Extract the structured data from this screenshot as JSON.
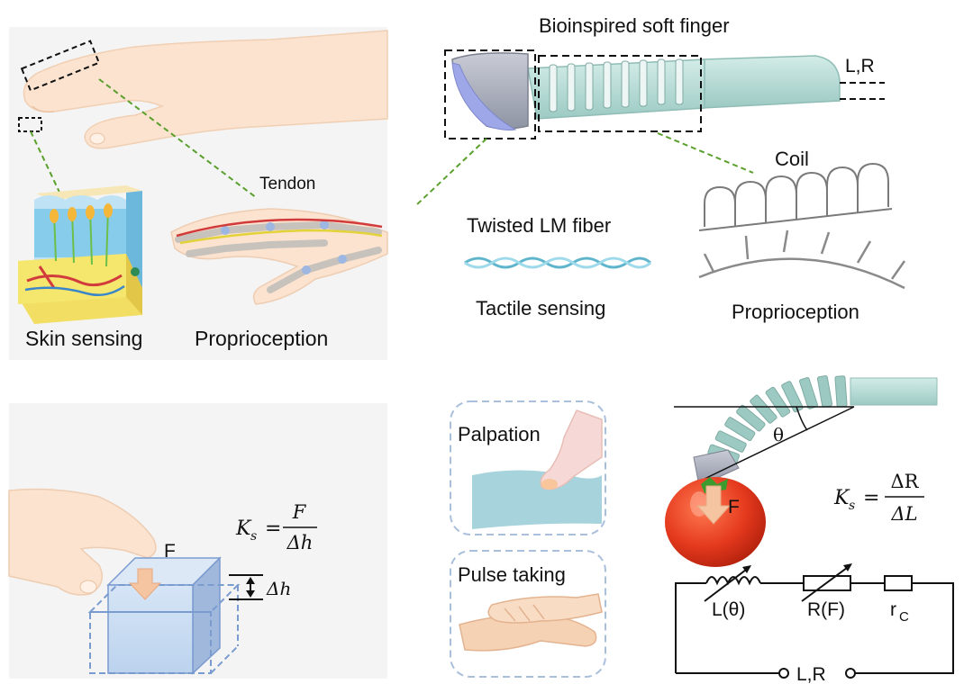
{
  "panel_a": {
    "tendon_label": "Tendon",
    "skin_label": "Skin sensing",
    "proprio_label": "Proprioception"
  },
  "panel_b": {
    "title": "Bioinspired soft finger",
    "lr_label": "L,R",
    "coil_label": "Coil",
    "fiber_label": "Twisted LM fiber",
    "tactile_label": "Tactile sensing",
    "proprio_label": "Proprioception"
  },
  "panel_c": {
    "force_label": "F",
    "ks_lhs": "K",
    "ks_sub": "s",
    "ks_eq": "=",
    "ks_num": "F",
    "ks_den": "Δh",
    "dh_label": "Δh"
  },
  "panel_d": {
    "palpation_label": "Palpation",
    "pulse_label": "Pulse taking",
    "theta_label": "θ",
    "force_label": "F",
    "ks_lhs": "K",
    "ks_sub": "s",
    "ks_eq": "=",
    "ks_num": "ΔR",
    "ks_den": "ΔL",
    "inductor_label": "L(θ)",
    "resistor_label": "R(F)",
    "rc_main": "r",
    "rc_sub": "C",
    "terminal_label": "L,R"
  },
  "colors": {
    "panel_bg": "#f4f4f4",
    "skin": "#fbe3cf",
    "finger": "#b9dcd6",
    "coil_stroke": "#7a7a7a",
    "fiber": "#7fc6d8",
    "dashed_green": "#5aa02c",
    "tomato": "#e53a1e",
    "arrow_fill": "#f5c4a0",
    "cube": "#c7daf0",
    "palp_dash": "#a9bfdc"
  }
}
